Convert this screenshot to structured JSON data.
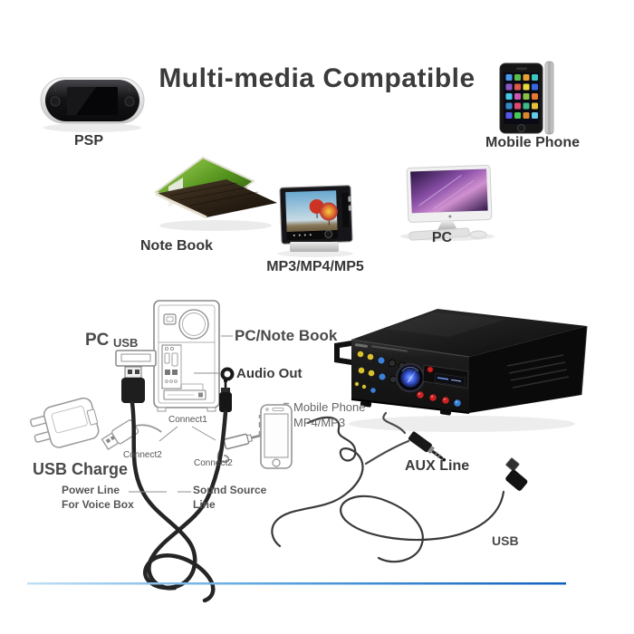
{
  "title": "Multi-media Compatible",
  "compatible_devices": {
    "psp": "PSP",
    "notebook": "Note Book",
    "media_player": "MP3/MP4/MP5",
    "pc": "PC",
    "mobile_phone": "Mobile Phone"
  },
  "connection_diagram": {
    "pc_notebook": "PC/Note Book",
    "pc_port": "PC",
    "usb_port": "USB",
    "audio_out": "Audio Out",
    "usb_charge": "USB Charge",
    "connect1": "Connect1",
    "connect2_left": "Connect2",
    "connect2_mid": "Connect2",
    "mobile_phone_line1": "Mobile Phone",
    "mobile_phone_line2": "MP4/MP3",
    "aux_line": "AUX Line",
    "usb_cable": "USB",
    "power_line_line1": "Power Line",
    "power_line_line2": "For Voice Box",
    "sound_source_line1": "Sound Source",
    "sound_source_line2": "Line"
  },
  "icons": {
    "audio_out_ring": "ring-icon"
  },
  "colors": {
    "title_text": "#3b3b3b",
    "diagram_text": "#4a4a4a",
    "accent_line_left": "#c2e0f5",
    "accent_line_right": "#1060bd",
    "amp_meter_blue": "#3a5ae0",
    "knob_yellow": "#d8c030",
    "knob_blue": "#3a80d8",
    "knob_red": "#cc2222"
  }
}
